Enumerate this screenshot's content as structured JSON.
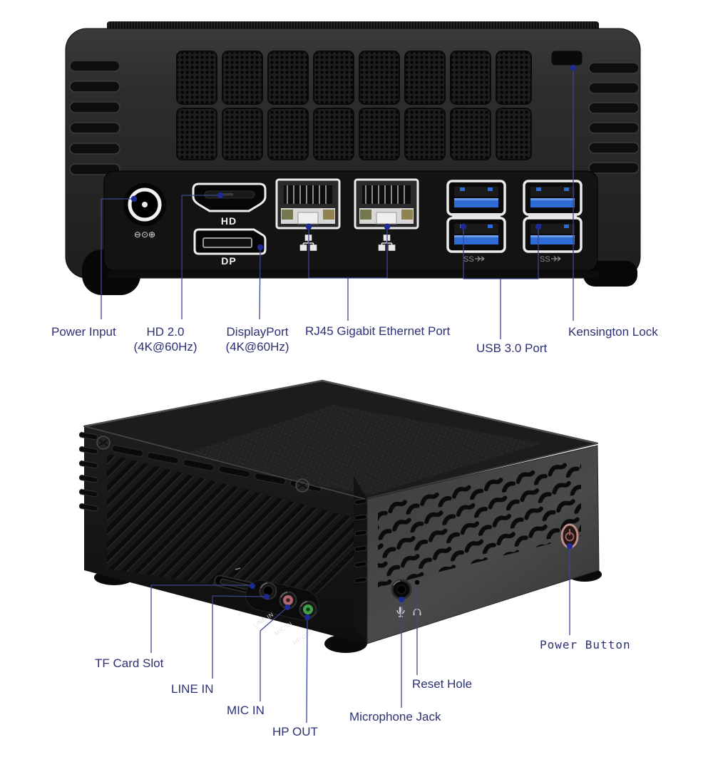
{
  "figure": {
    "description": "Mini PC connectivity diagram: back panel view on top, angled front/side view on bottom",
    "background": "#ffffff"
  },
  "colors": {
    "label_text": "#2b3173",
    "leader_line": "#3d478f",
    "callout_dot": "#1c2b96",
    "usb_blue": "#2e6bd4",
    "mic_pink": "#b26872",
    "hp_green": "#41a04a",
    "power_ring": "#c08d85",
    "rj45_led_left": "#77774f",
    "rj45_led_right": "#8f8450"
  },
  "back_view": {
    "callouts": [
      {
        "id": "power-input",
        "label": "Power Input"
      },
      {
        "id": "hdmi",
        "label": "HD 2.0",
        "sublabel": "(4K@60Hz)"
      },
      {
        "id": "displayport",
        "label": "DisplayPort",
        "sublabel": "(4K@60Hz)"
      },
      {
        "id": "rj45",
        "label": "RJ45 Gigabit Ethernet Port"
      },
      {
        "id": "usb",
        "label": "USB 3.0 Port"
      },
      {
        "id": "kensington",
        "label": "Kensington Lock"
      }
    ],
    "port_marks": {
      "hdmi": "HD",
      "displayport": "DP",
      "usb": "SS",
      "dc_polarity": "⊖⊙⊕"
    }
  },
  "front_view": {
    "callouts": [
      {
        "id": "tf-card",
        "label": "TF Card Slot"
      },
      {
        "id": "line-in",
        "label": "LINE IN"
      },
      {
        "id": "mic-in",
        "label": "MIC IN"
      },
      {
        "id": "hp-out",
        "label": "HP OUT"
      },
      {
        "id": "mic-jack",
        "label": "Microphone Jack"
      },
      {
        "id": "reset",
        "label": "Reset Hole"
      },
      {
        "id": "power",
        "label": "Power Button"
      }
    ],
    "jack_marks": {
      "line_in": "LINE IN",
      "mic_in": "MIC IN",
      "hp_out": "HP OUT"
    }
  }
}
